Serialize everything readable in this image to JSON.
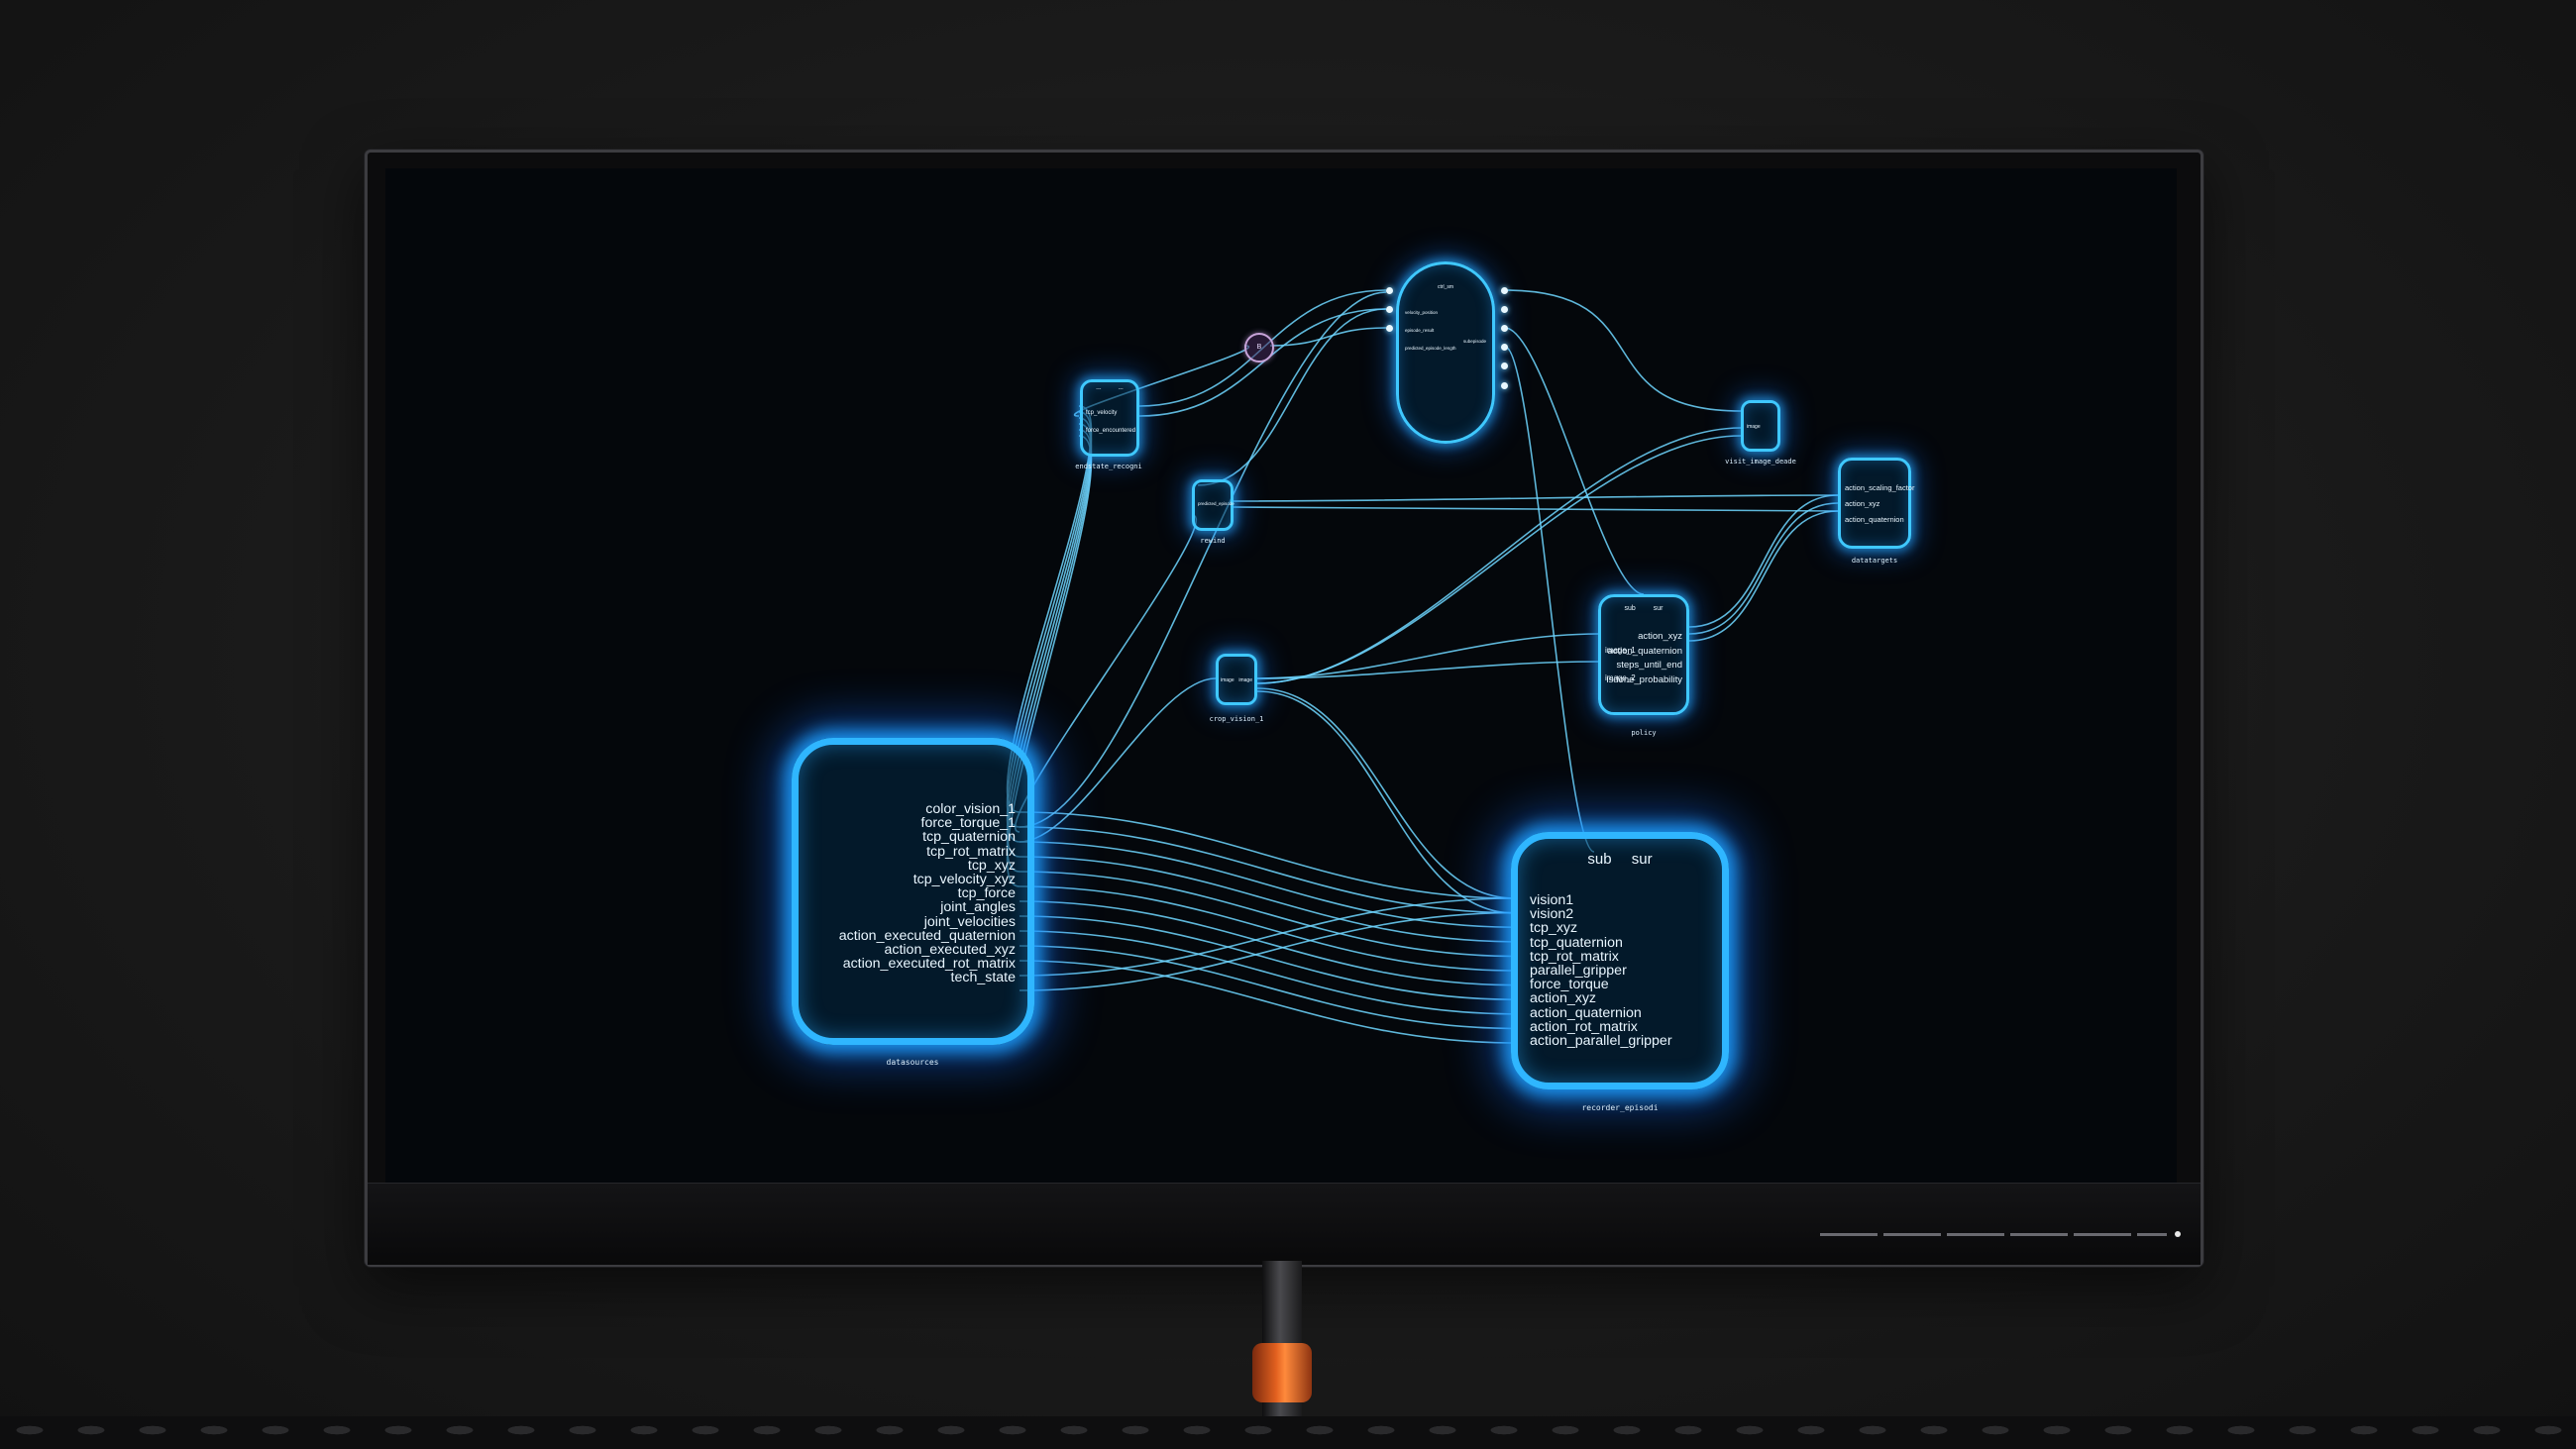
{
  "graph": {
    "datasources": {
      "title": "datasources",
      "outputs": [
        "color_vision_1",
        "force_torque_1",
        "tcp_quaternion",
        "tcp_rot_matrix",
        "tcp_xyz",
        "tcp_velocity_xyz",
        "tcp_force",
        "joint_angles",
        "joint_velocities",
        "action_executed_quaternion",
        "action_executed_xyz",
        "action_executed_rot_matrix",
        "tech_state"
      ]
    },
    "recorder": {
      "title": "recorder_episodi",
      "header": [
        "sub",
        "sur"
      ],
      "inputs": [
        "vision1",
        "vision2",
        "tcp_xyz",
        "tcp_quaternion",
        "tcp_rot_matrix",
        "parallel_gripper",
        "force_torque",
        "action_xyz",
        "action_quaternion",
        "action_rot_matrix",
        "action_parallel_gripper"
      ]
    },
    "policy": {
      "title": "policy",
      "header": [
        "sub",
        "sur"
      ],
      "inputs": [
        "image_1",
        "image_2"
      ],
      "outputs": [
        "action_xyz",
        "action_quaternion",
        "steps_until_end",
        "isdone_probability"
      ]
    },
    "datatargets": {
      "title": "datatargets",
      "inputs": [
        "action_scaling_factor",
        "action_xyz",
        "action_quaternion"
      ]
    },
    "endstate": {
      "title": "endstate_recogni",
      "header": [
        "---",
        "---"
      ],
      "outputs": [
        "tcp_velocity",
        "force_encountered"
      ]
    },
    "rewind": {
      "title": "rewind",
      "inputs": [
        "predicted_episode"
      ]
    },
    "crop": {
      "title": "crop_vision_1",
      "inputs": [
        "image"
      ],
      "outputs": [
        "image"
      ]
    },
    "visit": {
      "title": "visit_image_deade",
      "inputs": [
        "image"
      ]
    },
    "central": {
      "title": "ctrl_sm",
      "inputs": [
        "velocity_position",
        "episode_result",
        "predicted_episode_length"
      ],
      "outputs": [
        "subepisode"
      ]
    },
    "small_marker": {
      "label": "B"
    }
  },
  "monitor": {
    "accent_color": "#3fc8ff",
    "background_color": "#04070b",
    "wire_color": "#6fd6ff"
  }
}
